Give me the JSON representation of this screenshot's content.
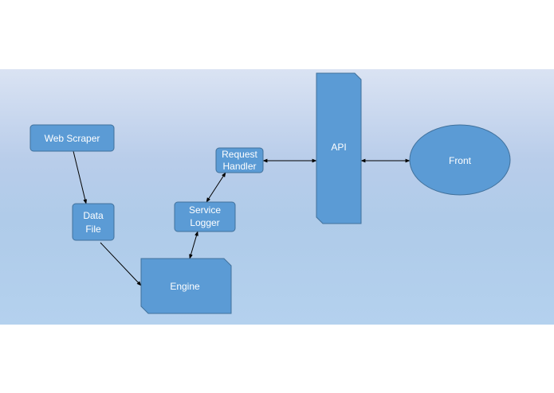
{
  "nodes": {
    "web_scraper": "Web Scraper",
    "data_file": [
      "Data",
      "File"
    ],
    "service_logger": [
      "Service",
      "Logger"
    ],
    "request_handler": [
      "Request",
      "Handler"
    ],
    "engine": "Engine",
    "api": "API",
    "front": "Front"
  },
  "colors": {
    "node_fill": "#5b9bd5",
    "node_border": "#41719c",
    "node_text": "#ffffff",
    "connector": "#000000"
  }
}
